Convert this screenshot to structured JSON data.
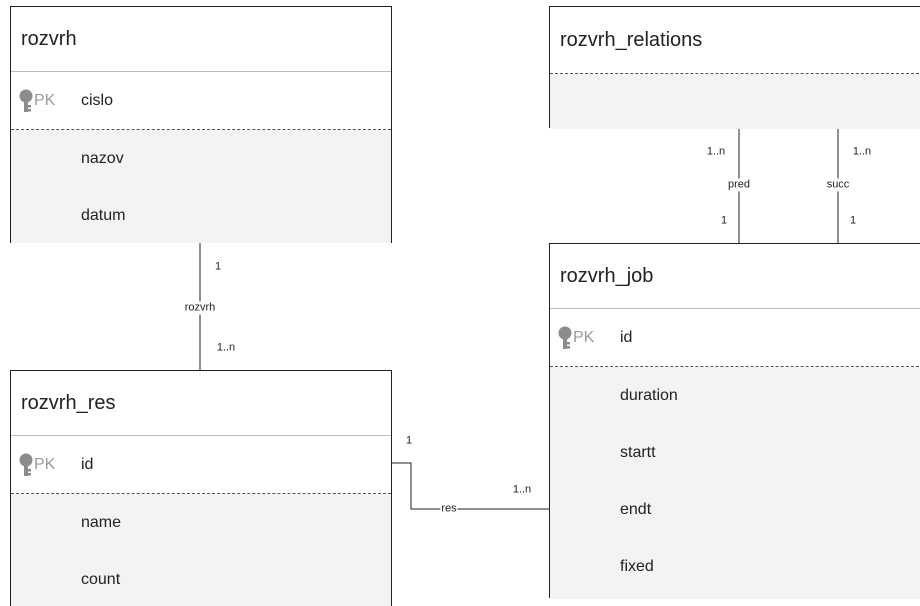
{
  "entities": {
    "rozvrh": {
      "title": "rozvrh",
      "pk_label": "PK",
      "pk_field": "cislo",
      "attributes": [
        "nazov",
        "datum"
      ]
    },
    "rozvrh_res": {
      "title": "rozvrh_res",
      "pk_label": "PK",
      "pk_field": "id",
      "attributes": [
        "name",
        "count"
      ]
    },
    "rozvrh_relations": {
      "title": "rozvrh_relations"
    },
    "rozvrh_job": {
      "title": "rozvrh_job",
      "pk_label": "PK",
      "pk_field": "id",
      "attributes": [
        "duration",
        "startt",
        "endt",
        "fixed"
      ]
    }
  },
  "relationships": {
    "rozvrh_to_res": {
      "label": "rozvrh",
      "card_from": "1",
      "card_to": "1..n"
    },
    "res_to_job": {
      "label": "res",
      "card_from": "1",
      "card_to": "1..n"
    },
    "pred": {
      "label": "pred",
      "card_top": "1..n",
      "card_bottom": "1"
    },
    "succ": {
      "label": "succ",
      "card_top": "1..n",
      "card_bottom": "1"
    }
  },
  "icons": {
    "primary_key": "key-icon"
  },
  "colors": {
    "border": "#222222",
    "attribute_bg": "#f3f3f3",
    "pk_text": "#9a9a9a",
    "key_icon": "#8c8c8c"
  }
}
